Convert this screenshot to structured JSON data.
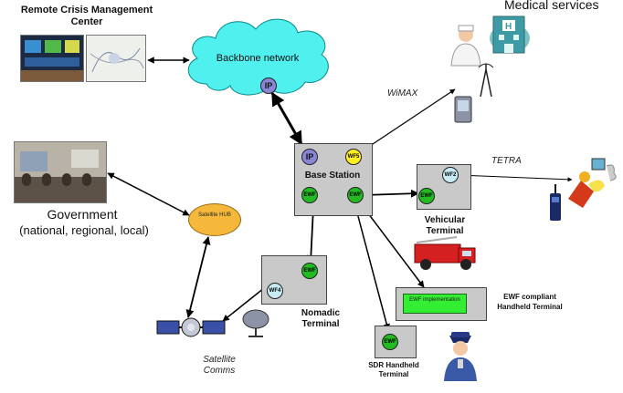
{
  "labels": {
    "remote_crisis": "Remote Crisis Management Center",
    "backbone": "Backbone network",
    "medical": "Medical services",
    "wimax": "WiMAX",
    "tetra": "TETRA",
    "base_station": "Base Station",
    "government": "Government",
    "government_sub": "(national, regional, local)",
    "satellite_hub": "Satellite HUB",
    "vehicular": "Vehicular Terminal",
    "nomadic": "Nomadic Terminal",
    "ewf_compliant": "EWF compliant Handheld Terminal",
    "ewf_impl": "EWF implementation",
    "satellite_comms": "Satellite Comms",
    "sdr": "SDR Handheld Terminal"
  },
  "badges": {
    "ip": "IP",
    "wf5": "WF5",
    "wf2": "WF2",
    "wf4": "WF4",
    "ewf": "EWF"
  },
  "colors": {
    "cloud": "#4ff0ee",
    "terminal_box": "#c9c9c9",
    "ewf_badge": "#22bb22",
    "wf5_badge": "#ffee22",
    "ip_badge": "#8a86d6",
    "satellite_hub": "#f5b83a",
    "impl_box": "#33ee33"
  }
}
